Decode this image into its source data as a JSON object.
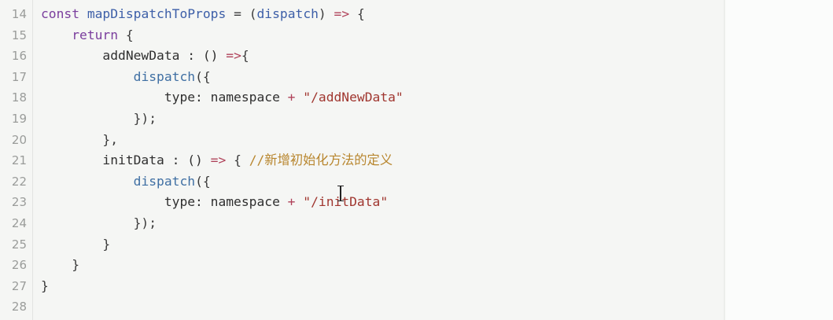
{
  "editor": {
    "lines": [
      {
        "number": "14",
        "tokens": [
          {
            "t": "const",
            "c": "kw"
          },
          {
            "t": " "
          },
          {
            "t": "mapDispatchToProps",
            "c": "fn-def"
          },
          {
            "t": " = (",
            "c": "punc"
          },
          {
            "t": "dispatch",
            "c": "fn-def"
          },
          {
            "t": ") ",
            "c": "punc"
          },
          {
            "t": "=>",
            "c": "op"
          },
          {
            "t": " {",
            "c": "punc"
          }
        ]
      },
      {
        "number": "15",
        "tokens": [
          {
            "t": "    "
          },
          {
            "t": "return",
            "c": "kw"
          },
          {
            "t": " {",
            "c": "punc"
          }
        ]
      },
      {
        "number": "16",
        "tokens": [
          {
            "t": "        addNewData : () "
          },
          {
            "t": "=>",
            "c": "op"
          },
          {
            "t": "{",
            "c": "punc"
          }
        ]
      },
      {
        "number": "17",
        "tokens": [
          {
            "t": "            "
          },
          {
            "t": "dispatch",
            "c": "fn"
          },
          {
            "t": "({",
            "c": "punc"
          }
        ]
      },
      {
        "number": "18",
        "tokens": [
          {
            "t": "                type: namespace "
          },
          {
            "t": "+",
            "c": "op"
          },
          {
            "t": " "
          },
          {
            "t": "\"/addNewData\"",
            "c": "str"
          }
        ]
      },
      {
        "number": "19",
        "tokens": [
          {
            "t": "            });",
            "c": "punc"
          }
        ]
      },
      {
        "number": "20",
        "tokens": [
          {
            "t": "        },",
            "c": "punc"
          }
        ]
      },
      {
        "number": "21",
        "tokens": [
          {
            "t": "        initData : () "
          },
          {
            "t": "=>",
            "c": "op"
          },
          {
            "t": " { ",
            "c": "punc"
          },
          {
            "t": "//新增初始化方法的定义",
            "c": "cm"
          }
        ]
      },
      {
        "number": "22",
        "tokens": [
          {
            "t": "            "
          },
          {
            "t": "dispatch",
            "c": "fn"
          },
          {
            "t": "({",
            "c": "punc"
          }
        ]
      },
      {
        "number": "23",
        "tokens": [
          {
            "t": "                type: namespace "
          },
          {
            "t": "+",
            "c": "op"
          },
          {
            "t": " "
          },
          {
            "t": "\"/initData\"",
            "c": "str"
          }
        ]
      },
      {
        "number": "24",
        "tokens": [
          {
            "t": "            });",
            "c": "punc"
          }
        ]
      },
      {
        "number": "25",
        "tokens": [
          {
            "t": "        }",
            "c": "punc"
          }
        ]
      },
      {
        "number": "26",
        "tokens": [
          {
            "t": "    }",
            "c": "punc"
          }
        ]
      },
      {
        "number": "27",
        "tokens": [
          {
            "t": "}",
            "c": "punc"
          }
        ]
      },
      {
        "number": "28",
        "tokens": []
      }
    ]
  },
  "colors": {
    "panel_bg": "#f5f6f4",
    "page_bg": "#fbfcfb",
    "keyword": "#7a3e9d",
    "function": "#3f6fa3",
    "operator": "#b0425a",
    "string": "#a0362f",
    "comment": "#b8862e",
    "line_number": "#9a9c9a"
  },
  "cursor": {
    "type": "text-ibeam-icon"
  }
}
